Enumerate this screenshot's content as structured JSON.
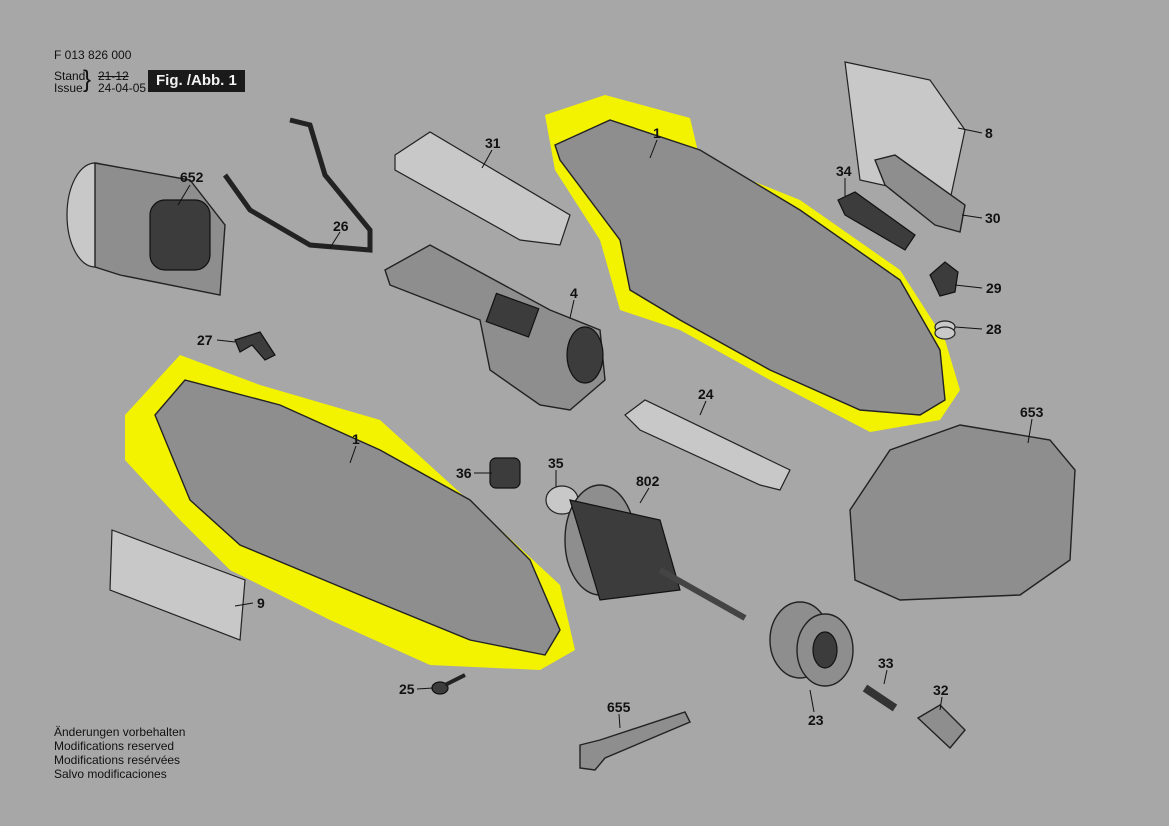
{
  "header": {
    "part_number": "F 013 826 000",
    "stand_label": "Stand",
    "stand_value": "21-12",
    "issue_label": "Issue",
    "issue_value": "24-04-05",
    "figure_label": "Fig. /Abb. 1"
  },
  "footer": {
    "lines": [
      "Änderungen vorbehalten",
      "Modifications reserved",
      "Modifications resérvées",
      "Salvo modificaciones"
    ]
  },
  "callouts": [
    "652",
    "26",
    "31",
    "1",
    "8",
    "34",
    "30",
    "29",
    "28",
    "4",
    "27",
    "1",
    "24",
    "653",
    "36",
    "35",
    "802",
    "9",
    "25",
    "33",
    "32",
    "23",
    "655"
  ],
  "colors": {
    "background": "#a7a7a7",
    "highlight": "#f3f300"
  }
}
